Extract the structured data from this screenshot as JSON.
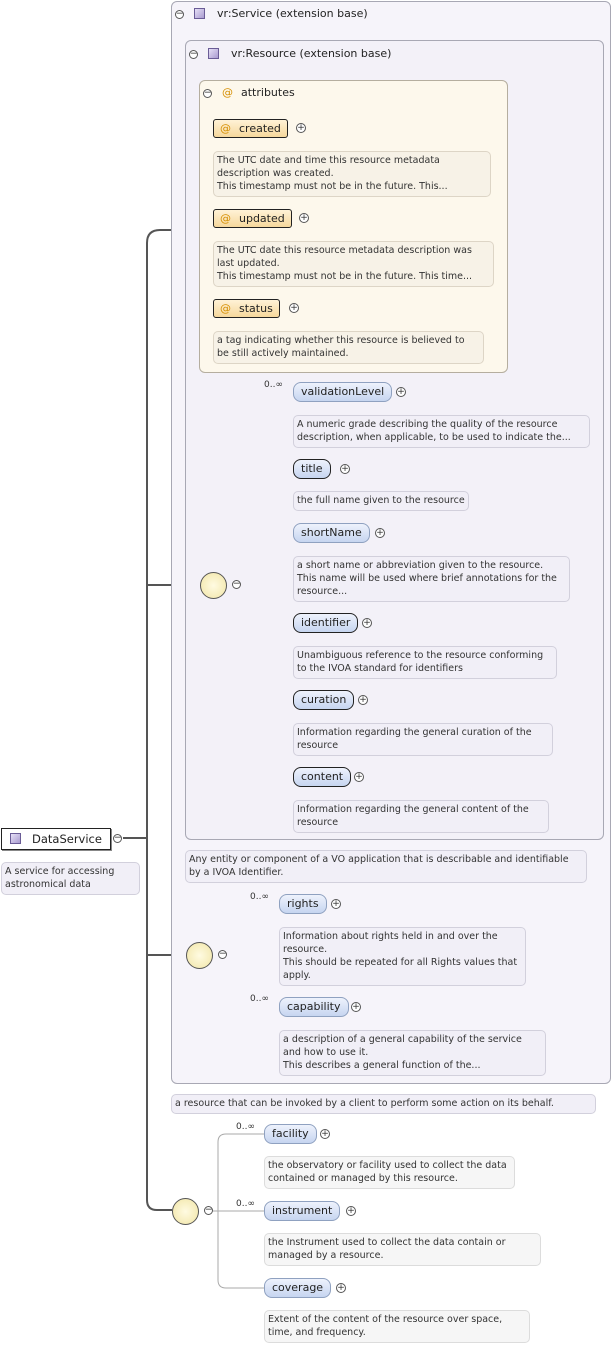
{
  "root": {
    "name": "DataService",
    "doc": "A service for accessing astronomical data"
  },
  "service": {
    "header": "vr:Service (extension base)",
    "doc": "a resource that can be invoked by a client to perform some action on its behalf."
  },
  "resource": {
    "header": "vr:Resource (extension base)",
    "doc": "Any entity or component of a VO application that is describable and identifiable by a IVOA Identifier."
  },
  "attributes": {
    "header": "attributes",
    "items": [
      {
        "name": "created",
        "doc_lines": [
          "The UTC date and time this resource metadata",
          "description was created.",
          "This timestamp must not be in the future. This..."
        ]
      },
      {
        "name": "updated",
        "doc_lines": [
          "The UTC date this resource metadata description was",
          "last updated.",
          "This timestamp must not be in the future. This time..."
        ]
      },
      {
        "name": "status",
        "doc_lines": [
          "a tag indicating whether this resource is believed to",
          "be still actively maintained."
        ]
      }
    ]
  },
  "resource_seq": {
    "cardinality": "0..∞",
    "elements": [
      {
        "name": "validationLevel",
        "required": false,
        "doc_lines": [
          "A numeric grade describing the quality of the resource",
          "description, when applicable, to be used to indicate the..."
        ]
      },
      {
        "name": "title",
        "required": true,
        "doc_lines": [
          "the full name given to the resource"
        ]
      },
      {
        "name": "shortName",
        "required": false,
        "doc_lines": [
          "a short name or abbreviation given to the resource.",
          "This name will be used where brief annotations for the",
          "resource..."
        ]
      },
      {
        "name": "identifier",
        "required": true,
        "doc_lines": [
          "Unambiguous reference to the resource conforming",
          "to the IVOA standard for identifiers"
        ]
      },
      {
        "name": "curation",
        "required": true,
        "doc_lines": [
          "Information regarding the general curation of the",
          "resource"
        ]
      },
      {
        "name": "content",
        "required": true,
        "doc_lines": [
          "Information regarding the general content of the",
          "resource"
        ]
      }
    ]
  },
  "service_seq": {
    "elements": [
      {
        "name": "rights",
        "cardinality": "0..∞",
        "doc_lines": [
          "Information about rights held in and over the",
          "resource.",
          "This should be repeated for all Rights values that",
          "apply."
        ]
      },
      {
        "name": "capability",
        "cardinality": "0..∞",
        "doc_lines": [
          "a description of a general capability of the service",
          "and how to use it.",
          "This describes a general function of the..."
        ]
      }
    ]
  },
  "dataservice_seq": {
    "elements": [
      {
        "name": "facility",
        "cardinality": "0..∞",
        "doc_lines": [
          "the observatory or facility used to collect the data",
          "contained or managed by this resource."
        ]
      },
      {
        "name": "instrument",
        "cardinality": "0..∞",
        "doc_lines": [
          "the Instrument used to collect the data contain or",
          "managed by a resource."
        ]
      },
      {
        "name": "coverage",
        "cardinality": "",
        "doc_lines": [
          "Extent of the content of the resource over space,",
          "time, and frequency."
        ]
      }
    ]
  },
  "symbols": {
    "collapse": "−",
    "expand": "+",
    "attribute_marker": "@"
  },
  "colors": {
    "element_fill": "#c6d5f0",
    "attribute_fill": "#f6d89c",
    "compositor_fill": "#f1e5a6",
    "extension_bg": "#f6f4fa"
  }
}
